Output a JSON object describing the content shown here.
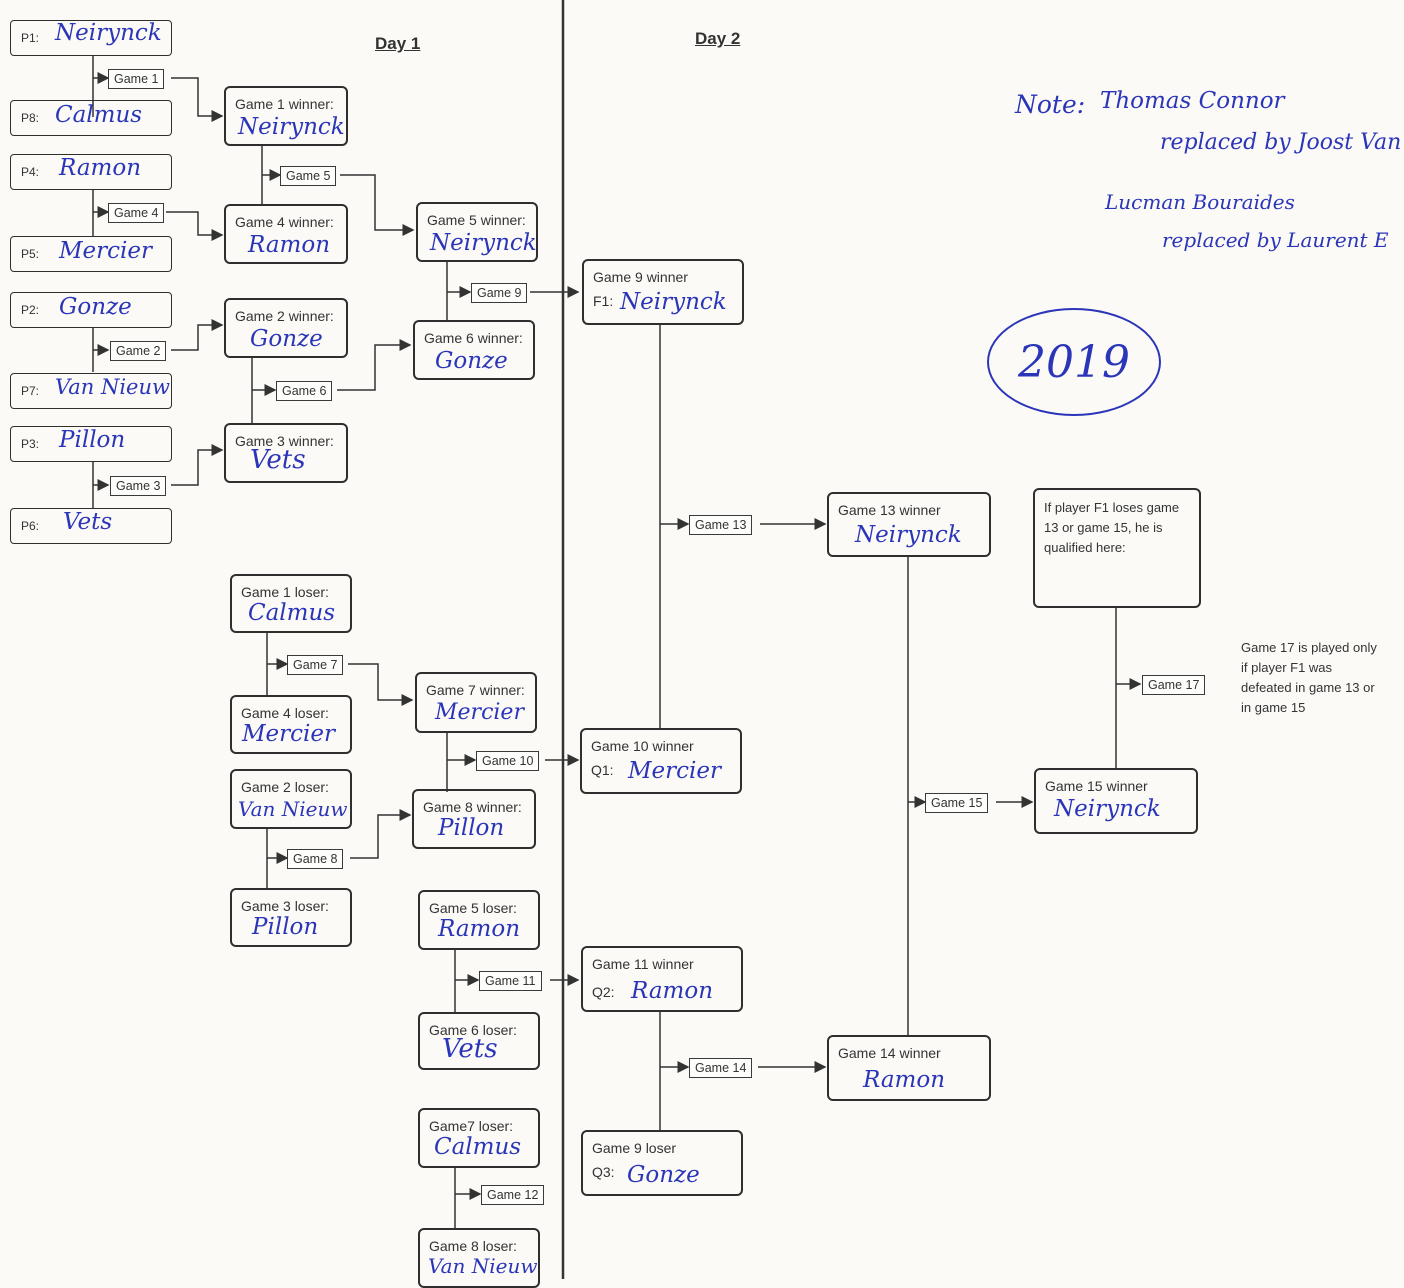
{
  "days": {
    "day1": "Day 1",
    "day2": "Day 2"
  },
  "players": [
    {
      "seed": "P1:",
      "name": "Neirynck"
    },
    {
      "seed": "P8:",
      "name": "Calmus"
    },
    {
      "seed": "P4:",
      "name": "Ramon"
    },
    {
      "seed": "P5:",
      "name": "Mercier"
    },
    {
      "seed": "P2:",
      "name": "Gonze"
    },
    {
      "seed": "P7:",
      "name": "Van Nieuw"
    },
    {
      "seed": "P3:",
      "name": "Pillon"
    },
    {
      "seed": "P6:",
      "name": "Vets"
    }
  ],
  "games": {
    "g1": "Game 1",
    "g2": "Game 2",
    "g3": "Game 3",
    "g4": "Game 4",
    "g5": "Game 5",
    "g6": "Game 6",
    "g7": "Game 7",
    "g8": "Game 8",
    "g9": "Game 9",
    "g10": "Game 10",
    "g11": "Game 11",
    "g12": "Game 12",
    "g13": "Game 13",
    "g14": "Game 14",
    "g15": "Game 15",
    "g17": "Game 17"
  },
  "results": {
    "g1w": {
      "label": "Game 1 winner:",
      "name": "Neirynck"
    },
    "g4w": {
      "label": "Game 4 winner:",
      "name": "Ramon"
    },
    "g2w": {
      "label": "Game 2 winner:",
      "name": "Gonze"
    },
    "g3w": {
      "label": "Game 3 winner:",
      "name": "Vets"
    },
    "g5w": {
      "label": "Game 5 winner:",
      "name": "Neirynck"
    },
    "g6w": {
      "label": "Game 6 winner:",
      "name": "Gonze"
    },
    "g1l": {
      "label": "Game 1 loser:",
      "name": "Calmus"
    },
    "g4l": {
      "label": "Game 4 loser:",
      "name": "Mercier"
    },
    "g2l": {
      "label": "Game 2 loser:",
      "name": "Van Nieuw"
    },
    "g3l": {
      "label": "Game 3 loser:",
      "name": "Pillon"
    },
    "g7w": {
      "label": "Game 7 winner:",
      "name": "Mercier"
    },
    "g8w": {
      "label": "Game 8 winner:",
      "name": "Pillon"
    },
    "g5l": {
      "label": "Game 5 loser:",
      "name": "Ramon"
    },
    "g6l": {
      "label": "Game 6 loser:",
      "name": "Vets"
    },
    "g7l": {
      "label": "Game7 loser:",
      "name": "Calmus"
    },
    "g8l": {
      "label": "Game 8 loser:",
      "name": "Van Nieuw"
    },
    "g9w": {
      "label": "Game 9 winner",
      "sub": "F1:",
      "name": "Neirynck"
    },
    "g10w": {
      "label": "Game 10 winner",
      "sub": "Q1:",
      "name": "Mercier"
    },
    "g11w": {
      "label": "Game 11 winner",
      "sub": "Q2:",
      "name": "Ramon"
    },
    "g9l": {
      "label": "Game 9 loser",
      "sub": "Q3:",
      "name": "Gonze"
    },
    "g13w": {
      "label": "Game 13 winner",
      "name": "Neirynck"
    },
    "g14w": {
      "label": "Game 14 winner",
      "name": "Ramon"
    },
    "g15w": {
      "label": "Game 15 winner",
      "name": "Neirynck"
    },
    "f1box": {
      "label": "If player F1 loses game 13 or game 15, he is qualified here:"
    }
  },
  "side_note": "Game 17 is played only if player F1 was defeated in game 13 or in game 15",
  "handwritten_note": {
    "title": "Note:",
    "line1": "Thomas Connor",
    "line2": "replaced by Joost Van",
    "line3": "Lucman Bouraides",
    "line4": "replaced by Laurent E"
  },
  "year": "2019",
  "colors": {
    "ink": "#2b35b8",
    "print": "#333333"
  }
}
